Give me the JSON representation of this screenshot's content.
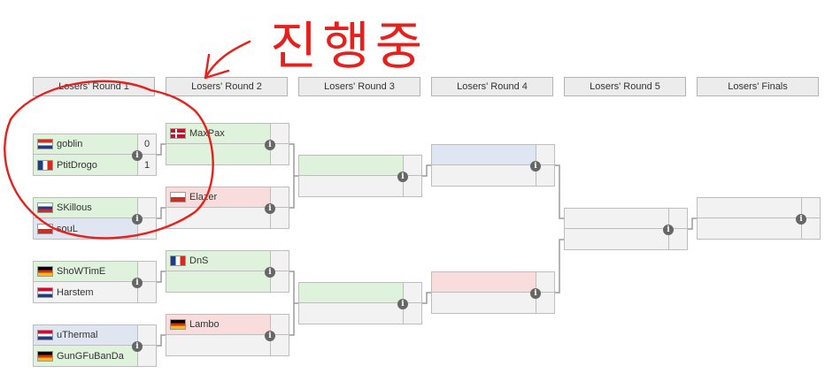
{
  "headers": [
    "Losers' Round 1",
    "Losers' Round 2",
    "Losers' Round 3",
    "Losers' Round 4",
    "Losers' Round 5",
    "Losers' Finals"
  ],
  "annotation_text": "진행중",
  "round1": [
    {
      "p1": {
        "name": "goblin",
        "flag": "hr",
        "score": "0"
      },
      "p2": {
        "name": "PtitDrogo",
        "flag": "fr",
        "score": "1"
      }
    },
    {
      "p1": {
        "name": "SKillous",
        "flag": "ru",
        "score": ""
      },
      "p2": {
        "name": "souL",
        "flag": "pl",
        "score": ""
      }
    },
    {
      "p1": {
        "name": "ShoWTimE",
        "flag": "de",
        "score": ""
      },
      "p2": {
        "name": "Harstem",
        "flag": "nl",
        "score": ""
      }
    },
    {
      "p1": {
        "name": "uThermal",
        "flag": "nl",
        "score": ""
      },
      "p2": {
        "name": "GunGFuBanDa",
        "flag": "de",
        "score": ""
      }
    }
  ],
  "round2": [
    {
      "p1": {
        "name": "MaxPax",
        "flag": "dk"
      }
    },
    {
      "p1": {
        "name": "Elazer",
        "flag": "pl"
      }
    },
    {
      "p1": {
        "name": "DnS",
        "flag": "fr"
      }
    },
    {
      "p1": {
        "name": "Lambo",
        "flag": "de"
      }
    }
  ],
  "info_icon": "i",
  "colors": {
    "win": "#dff2dc",
    "lose": "#f9dddd",
    "alt": "#e0e5f2",
    "ink": "#e8201b"
  }
}
